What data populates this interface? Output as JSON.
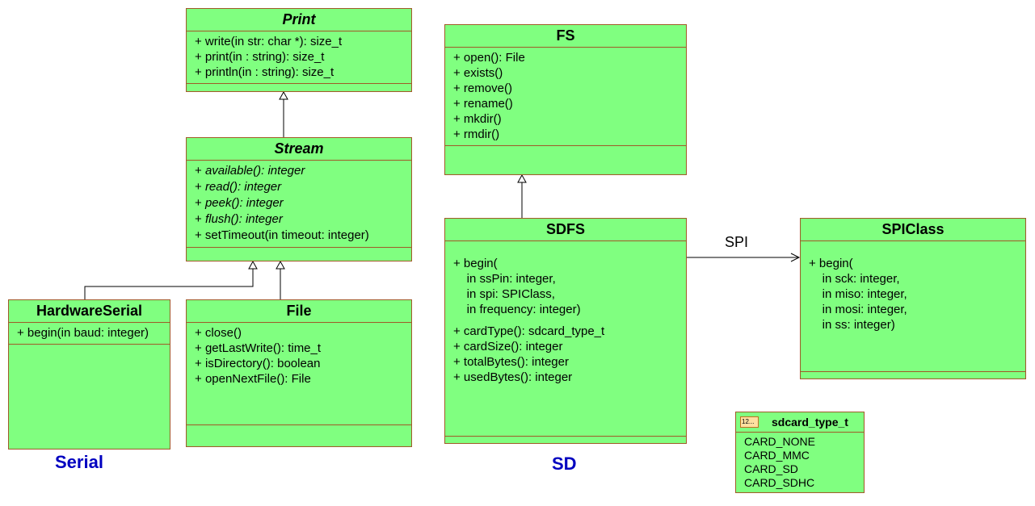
{
  "classes": {
    "print": {
      "name": "Print",
      "ops": [
        "+ write(in str: char *): size_t",
        "+ print(in : string): size_t",
        "+ println(in : string): size_t"
      ]
    },
    "stream": {
      "name": "Stream",
      "ops": [
        "available(): integer",
        "read(): integer",
        "peek(): integer",
        "flush(): integer",
        "+ setTimeout(in timeout: integer)"
      ]
    },
    "hardware_serial": {
      "name": "HardwareSerial",
      "ops": [
        "+ begin(in baud: integer)"
      ]
    },
    "file": {
      "name": "File",
      "ops": [
        "+ close()",
        "getLastWrite(): time_t",
        "isDirectory(): boolean",
        "openNextFile(): File"
      ]
    },
    "fs": {
      "name": "FS",
      "ops": [
        "+ open(): File",
        "+ exists()",
        "+ remove()",
        "+ rename()",
        "+ mkdir()",
        "+ rmdir()"
      ]
    },
    "sdfs": {
      "name": "SDFS",
      "begin": [
        "+ begin(",
        "    in ssPin: integer,",
        "    in spi: SPIClass,",
        "    in frequency: integer)"
      ],
      "ops": [
        "+ cardType(): sdcard_type_t",
        "+ cardSize(): integer",
        "+ totalBytes(): integer",
        "+ usedBytes(): integer"
      ]
    },
    "spiclass": {
      "name": "SPIClass",
      "begin": [
        "+ begin(",
        "    in sck: integer,",
        "    in miso: integer,",
        "    in mosi: integer,",
        "    in ss: integer)"
      ]
    }
  },
  "enum": {
    "icon": "12...",
    "name": "sdcard_type_t",
    "values": [
      "CARD_NONE",
      "CARD_MMC",
      "CARD_SD",
      "CARD_SDHC"
    ]
  },
  "association_label": "SPI",
  "packages": {
    "serial": "Serial",
    "sd": "SD"
  }
}
